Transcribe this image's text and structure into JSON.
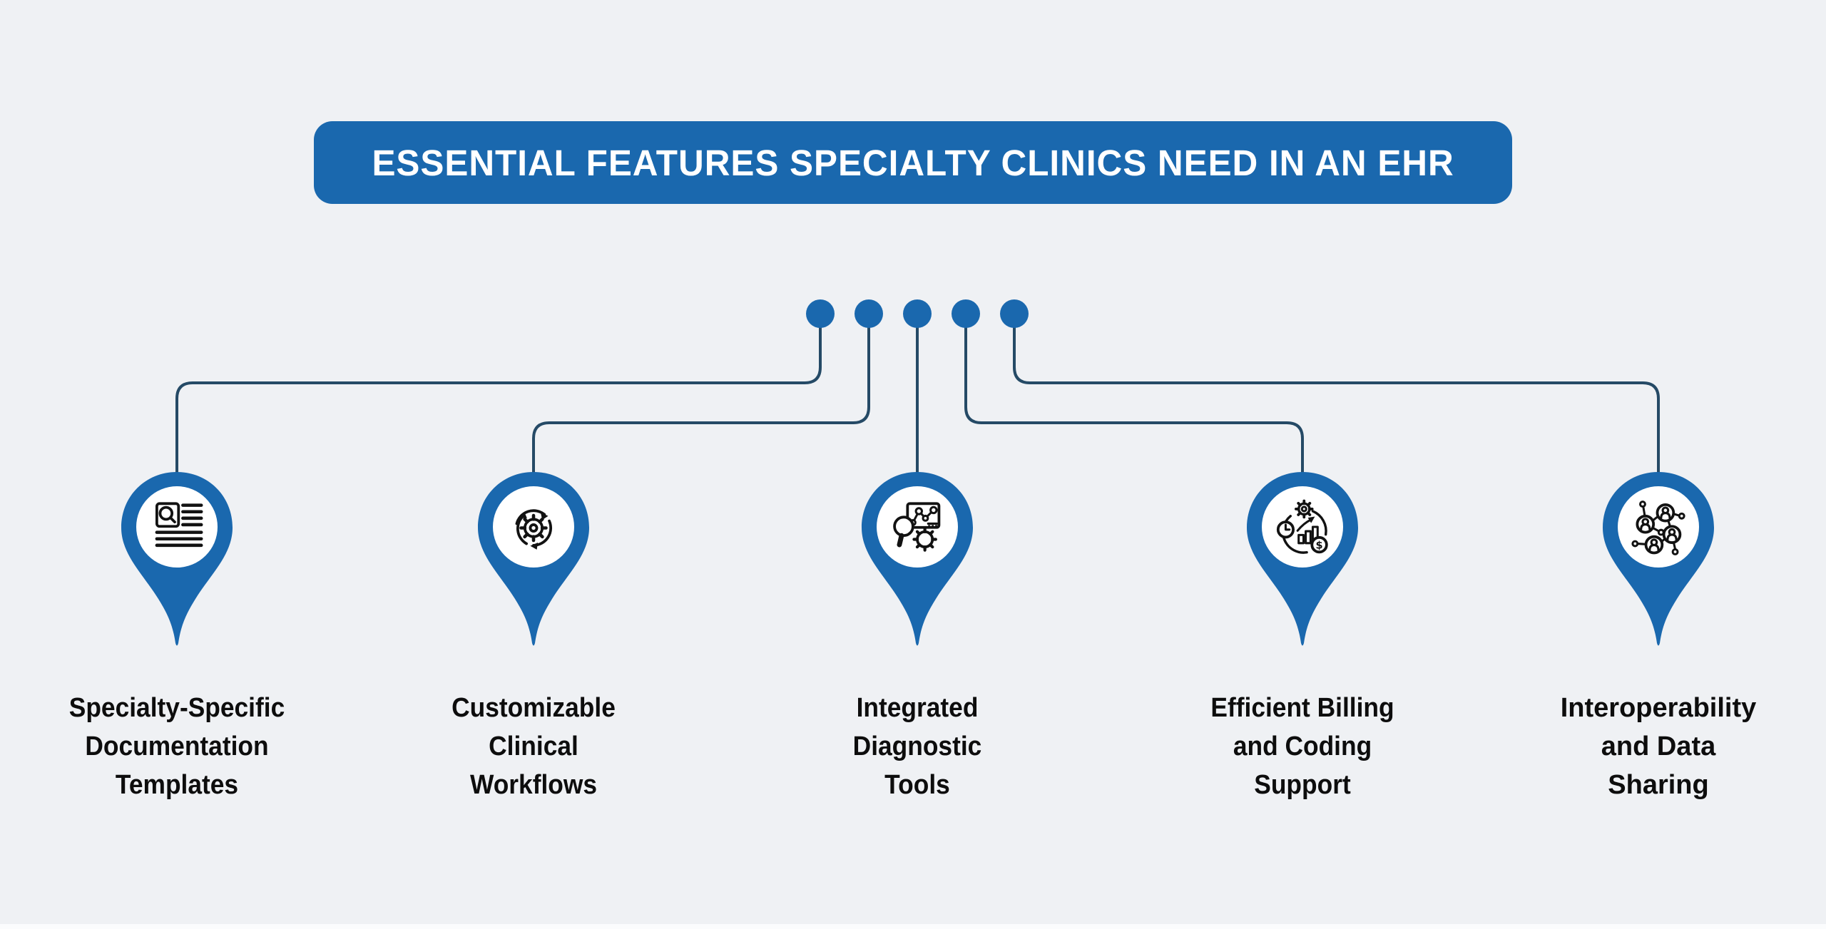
{
  "banner": {
    "title": "ESSENTIAL FEATURES SPECIALTY CLINICS NEED IN AN EHR"
  },
  "features": [
    {
      "icon": "document-search-icon",
      "lines": [
        "Specialty-Specific",
        "Documentation",
        "Templates"
      ]
    },
    {
      "icon": "workflow-cycle-icon",
      "lines": [
        "Customizable",
        "Clinical",
        "Workflows"
      ]
    },
    {
      "icon": "diagnostic-tools-icon",
      "lines": [
        "Integrated",
        "Diagnostic",
        "Tools"
      ]
    },
    {
      "icon": "billing-efficiency-icon",
      "lines": [
        "Efficient Billing",
        "and Coding",
        "Support"
      ]
    },
    {
      "icon": "people-network-icon",
      "lines": [
        "Interoperability",
        "and Data",
        "Sharing"
      ]
    }
  ],
  "glyphs": {
    "dollar": "$"
  },
  "colors": {
    "background": "#eff1f4",
    "accent_blue": "#1a68ae",
    "connector_navy": "#254a66",
    "icon_ink": "#121212",
    "label_text": "#0d0d0d",
    "banner_text": "#ffffff"
  }
}
